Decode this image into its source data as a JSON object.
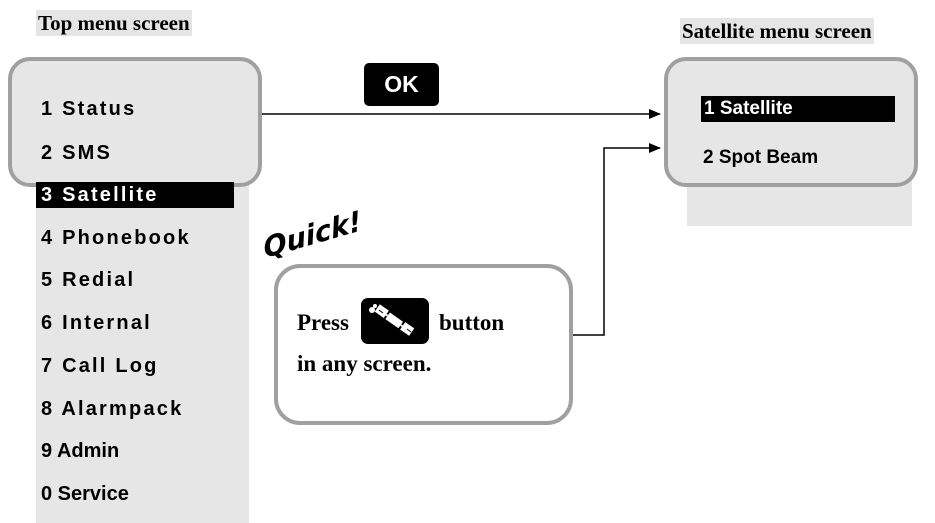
{
  "top_menu": {
    "title": "Top menu screen",
    "items": [
      {
        "label": "1 Status"
      },
      {
        "label": "2 SMS"
      },
      {
        "label": "3 Satellite",
        "selected": true
      },
      {
        "label": "4 Phonebook"
      },
      {
        "label": "5 Redial"
      },
      {
        "label": "6 Internal"
      },
      {
        "label": "7 Call Log"
      },
      {
        "label": "8 Alarmpack"
      },
      {
        "label": "9 Admin"
      },
      {
        "label": "0 Service"
      }
    ]
  },
  "satellite_menu": {
    "title": "Satellite menu screen",
    "items": [
      {
        "label": "1 Satellite",
        "selected": true
      },
      {
        "label": "2 Spot Beam"
      }
    ]
  },
  "ok_button": {
    "label": "OK"
  },
  "quick": {
    "label": "Quick!",
    "press": "Press",
    "button_word": "button",
    "line2": "in any screen.",
    "button_icon": "satellite-icon"
  },
  "colors": {
    "panel": "#e6e6e6",
    "bezel": "#a0a0a0",
    "selection": "#000000"
  }
}
